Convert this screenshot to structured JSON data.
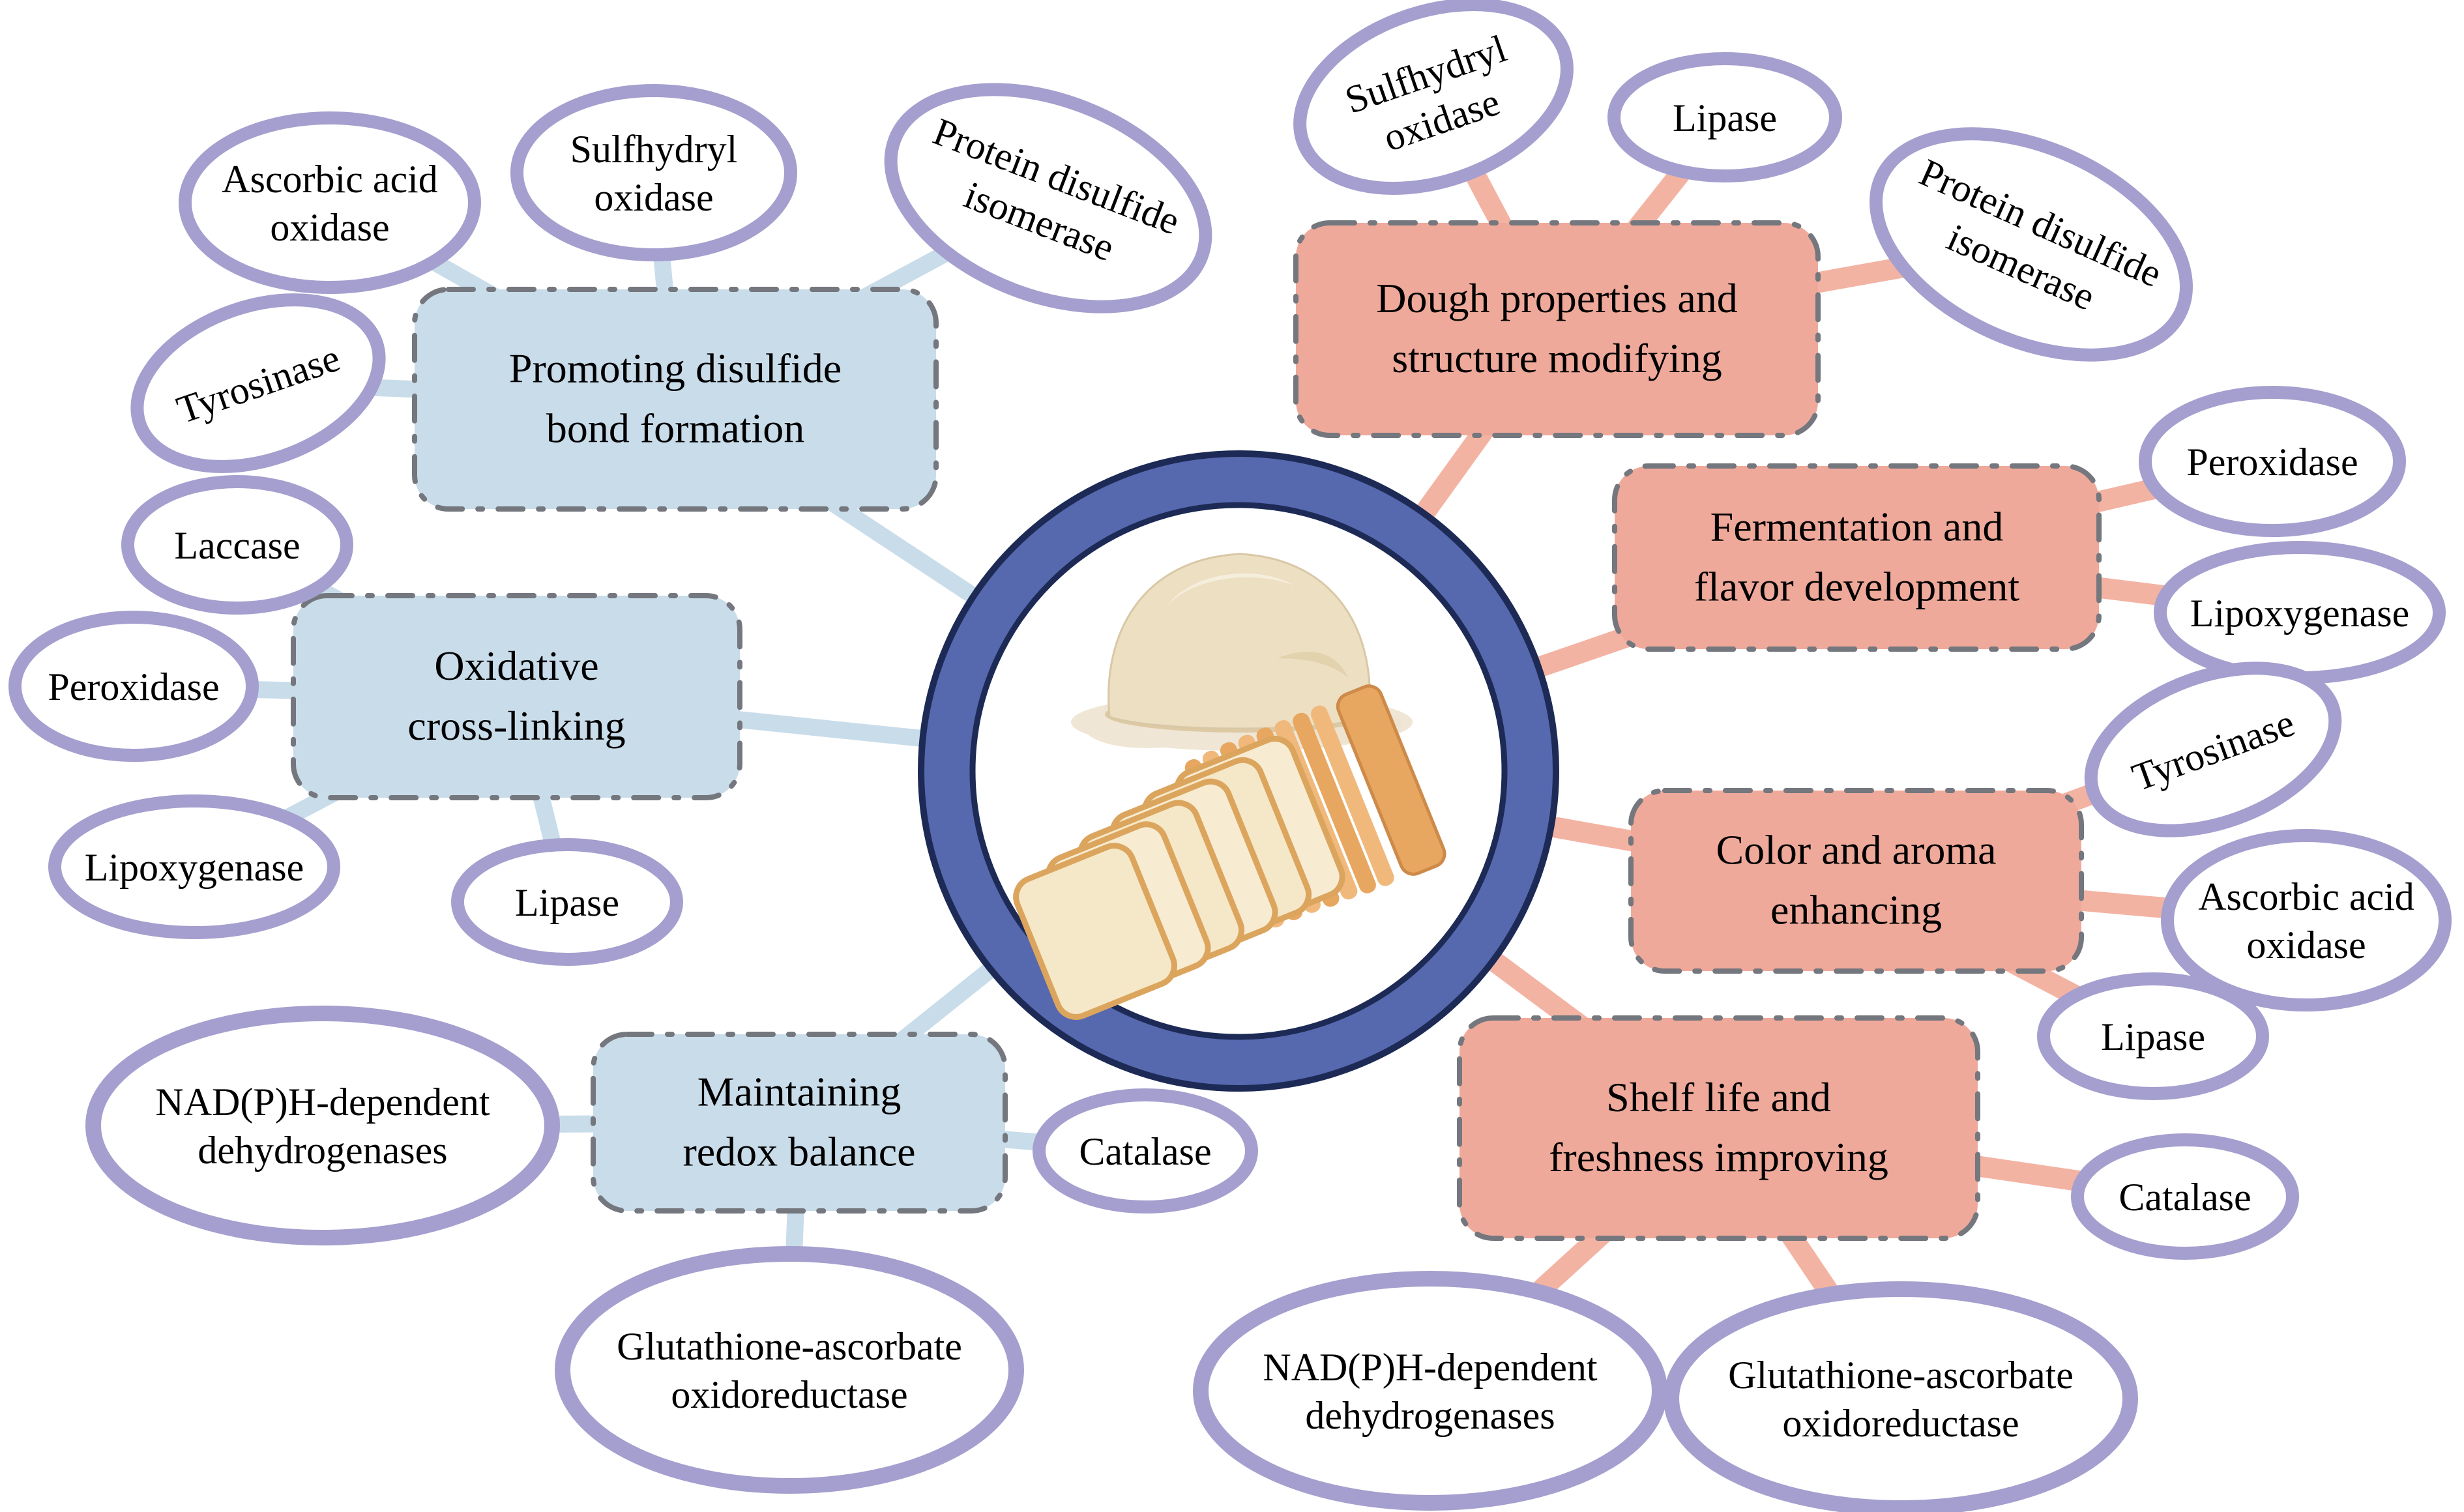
{
  "background": "#ffffff",
  "colors": {
    "left_box_fill": "#c9dcea",
    "right_box_fill": "#efa99a",
    "box_border": "#74777d",
    "ellipse_border": "#a49fce",
    "ellipse_fill": "#ffffff",
    "connector_left": "#c9dcea",
    "connector_right": "#f3b3a3",
    "ring_fill": "#5668ae",
    "ring_outline": "#1c2a55",
    "text": "#000000",
    "dough_fill": "#ecdfc2",
    "flour_fill": "#efe6d6",
    "bread_crumb": "#f7ecd2",
    "bread_crust": "#e7a760"
  },
  "diagram": {
    "center": {
      "name": "bread and dough",
      "images": [
        "raised dough ball on flour",
        "fanned sliced bread loaf"
      ]
    },
    "branches": [
      {
        "id": "promoting-disulfide-bond-formation",
        "side": "left",
        "lines": [
          "Promoting disulfide",
          "bond formation"
        ],
        "enzymes": [
          "Ascorbic acid oxidase",
          "Sulfhydryl oxidase",
          "Protein disulfide isomerase",
          "Tyrosinase"
        ]
      },
      {
        "id": "oxidative-cross-linking",
        "side": "left",
        "lines": [
          "Oxidative",
          "cross-linking"
        ],
        "enzymes": [
          "Laccase",
          "Peroxidase",
          "Lipoxygenase",
          "Lipase"
        ]
      },
      {
        "id": "maintaining-redox-balance",
        "side": "left",
        "lines": [
          "Maintaining",
          "redox balance"
        ],
        "enzymes": [
          "NAD(P)H-dependent dehydrogenases",
          "Glutathione-ascorbate oxidoreductase",
          "Catalase"
        ]
      },
      {
        "id": "dough-properties-and-structure-modifying",
        "side": "right",
        "lines": [
          "Dough properties and",
          "structure modifying"
        ],
        "enzymes": [
          "Sulfhydryl oxidase",
          "Lipase",
          "Protein disulfide isomerase"
        ]
      },
      {
        "id": "fermentation-and-flavor-development",
        "side": "right",
        "lines": [
          "Fermentation and",
          "flavor development"
        ],
        "enzymes": [
          "Peroxidase",
          "Lipoxygenase"
        ]
      },
      {
        "id": "color-and-aroma-enhancing",
        "side": "right",
        "lines": [
          "Color and aroma",
          "enhancing"
        ],
        "enzymes": [
          "Tyrosinase",
          "Ascorbic acid oxidase",
          "Lipase"
        ]
      },
      {
        "id": "shelf-life-and-freshness-improving",
        "side": "right",
        "lines": [
          "Shelf life and",
          "freshness improving"
        ],
        "enzymes": [
          "Catalase",
          "NAD(P)H-dependent dehydrogenases",
          "Glutathione-ascorbate oxidoreductase"
        ]
      }
    ],
    "ellipses": [
      {
        "id": "l-ascorbic-acid-oxidase",
        "branch": "promoting-disulfide-bond-formation",
        "lines": [
          "Ascorbic acid",
          "oxidase"
        ]
      },
      {
        "id": "l-sulfhydryl-oxidase",
        "branch": "promoting-disulfide-bond-formation",
        "lines": [
          "Sulfhydryl",
          "oxidase"
        ]
      },
      {
        "id": "l-protein-disulfide-isomerase",
        "branch": "promoting-disulfide-bond-formation",
        "lines": [
          "Protein disulfide",
          "isomerase"
        ]
      },
      {
        "id": "l-tyrosinase",
        "branch": "promoting-disulfide-bond-formation",
        "lines": [
          "Tyrosinase"
        ]
      },
      {
        "id": "l-laccase",
        "branch": "oxidative-cross-linking",
        "lines": [
          "Laccase"
        ]
      },
      {
        "id": "l-peroxidase",
        "branch": "oxidative-cross-linking",
        "lines": [
          "Peroxidase"
        ]
      },
      {
        "id": "l-lipoxygenase",
        "branch": "oxidative-cross-linking",
        "lines": [
          "Lipoxygenase"
        ]
      },
      {
        "id": "l-lipase",
        "branch": "oxidative-cross-linking",
        "lines": [
          "Lipase"
        ]
      },
      {
        "id": "l-nadph-dependent-dehydrogenases",
        "branch": "maintaining-redox-balance",
        "lines": [
          "NAD(P)H-dependent",
          "dehydrogenases"
        ]
      },
      {
        "id": "l-glutathione-ascorbate-oxidoreductase",
        "branch": "maintaining-redox-balance",
        "lines": [
          "Glutathione-ascorbate",
          "oxidoreductase"
        ]
      },
      {
        "id": "l-catalase",
        "branch": "maintaining-redox-balance",
        "lines": [
          "Catalase"
        ]
      },
      {
        "id": "r-sulfhydryl-oxidase",
        "branch": "dough-properties-and-structure-modifying",
        "lines": [
          "Sulfhydryl",
          "oxidase"
        ]
      },
      {
        "id": "r-lipase-top",
        "branch": "dough-properties-and-structure-modifying",
        "lines": [
          "Lipase"
        ]
      },
      {
        "id": "r-protein-disulfide-isomerase",
        "branch": "dough-properties-and-structure-modifying",
        "lines": [
          "Protein disulfide",
          "isomerase"
        ]
      },
      {
        "id": "r-peroxidase",
        "branch": "fermentation-and-flavor-development",
        "lines": [
          "Peroxidase"
        ]
      },
      {
        "id": "r-lipoxygenase",
        "branch": "fermentation-and-flavor-development",
        "lines": [
          "Lipoxygenase"
        ]
      },
      {
        "id": "r-tyrosinase",
        "branch": "color-and-aroma-enhancing",
        "lines": [
          "Tyrosinase"
        ]
      },
      {
        "id": "r-ascorbic-acid-oxidase",
        "branch": "color-and-aroma-enhancing",
        "lines": [
          "Ascorbic acid",
          "oxidase"
        ]
      },
      {
        "id": "r-lipase",
        "branch": "color-and-aroma-enhancing",
        "lines": [
          "Lipase"
        ]
      },
      {
        "id": "r-catalase",
        "branch": "shelf-life-and-freshness-improving",
        "lines": [
          "Catalase"
        ]
      },
      {
        "id": "r-nadph-dependent-dehydrogenases",
        "branch": "shelf-life-and-freshness-improving",
        "lines": [
          "NAD(P)H-dependent",
          "dehydrogenases"
        ]
      },
      {
        "id": "r-glutathione-ascorbate-oxidoreductase",
        "branch": "shelf-life-and-freshness-improving",
        "lines": [
          "Glutathione-ascorbate",
          "oxidoreductase"
        ]
      }
    ]
  }
}
